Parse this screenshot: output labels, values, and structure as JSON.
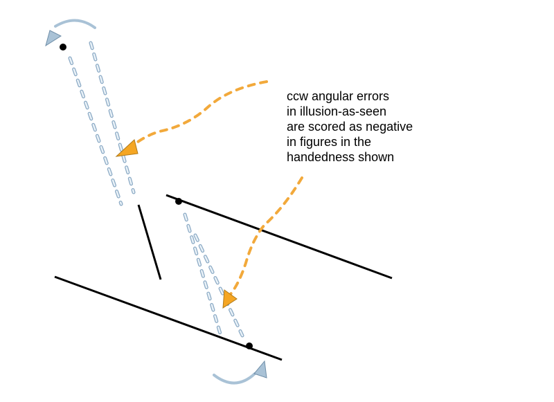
{
  "caption": {
    "lines": [
      "ccw angular errors",
      "in illusion-as-seen",
      "are scored as negative",
      "in figures in the",
      "handedness shown"
    ]
  },
  "colors": {
    "line": "#000000",
    "blue_dash_fill": "#eaf2f8",
    "blue_dash_stroke": "#8aa9c4",
    "orange_dash": "#f2a93b",
    "arrowhead_orange": "#f5a623",
    "rotation_arrow": "#a9c2d6"
  },
  "icons": {
    "rotation_arrows": "curved-rotation-arrow-icon",
    "pointer": "orange-arrowhead-icon"
  }
}
